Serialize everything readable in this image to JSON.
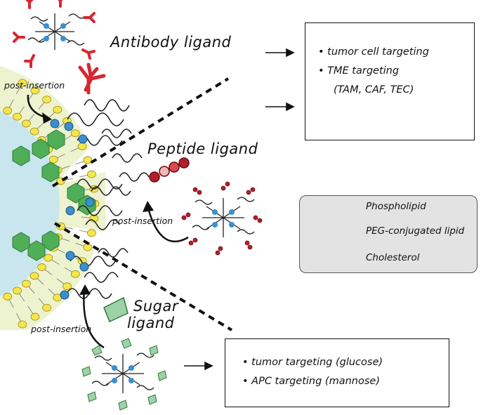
{
  "ligands": {
    "antibody": "Antibody ligand",
    "peptide": "Peptide ligand",
    "sugar_line1": "Sugar",
    "sugar_line2": "ligand"
  },
  "post_insertion_labels": [
    "post-insertion",
    "post-insertion",
    "post-insertion"
  ],
  "boxes": {
    "antibody_outcomes": [
      "• tumor cell targeting",
      "• TME targeting",
      "(TAM, CAF, TEC)"
    ],
    "sugar_outcomes": [
      "• tumor targeting (glucose)",
      "• APC targeting (mannose)"
    ]
  },
  "legend": {
    "items": [
      {
        "label": "Phospholipid",
        "icon": "phospholipid-icon",
        "color": "#f4e64c"
      },
      {
        "label": "PEG-conjugated lipid",
        "icon": "peg-lipid-icon",
        "color": "#3a8fd0"
      },
      {
        "label": "Cholesterol",
        "icon": "cholesterol-icon",
        "color": "#4fae57"
      }
    ]
  },
  "colors": {
    "core": "#c9e6ef",
    "membrane_bg": "#eef3cf",
    "lipid_head": "#f4e64c",
    "peg_head": "#3a8fd0",
    "cholesterol": "#4fae57",
    "antibody": "#d8262f",
    "peptide": "#b3202a",
    "sugar": "#9fd1a8"
  }
}
